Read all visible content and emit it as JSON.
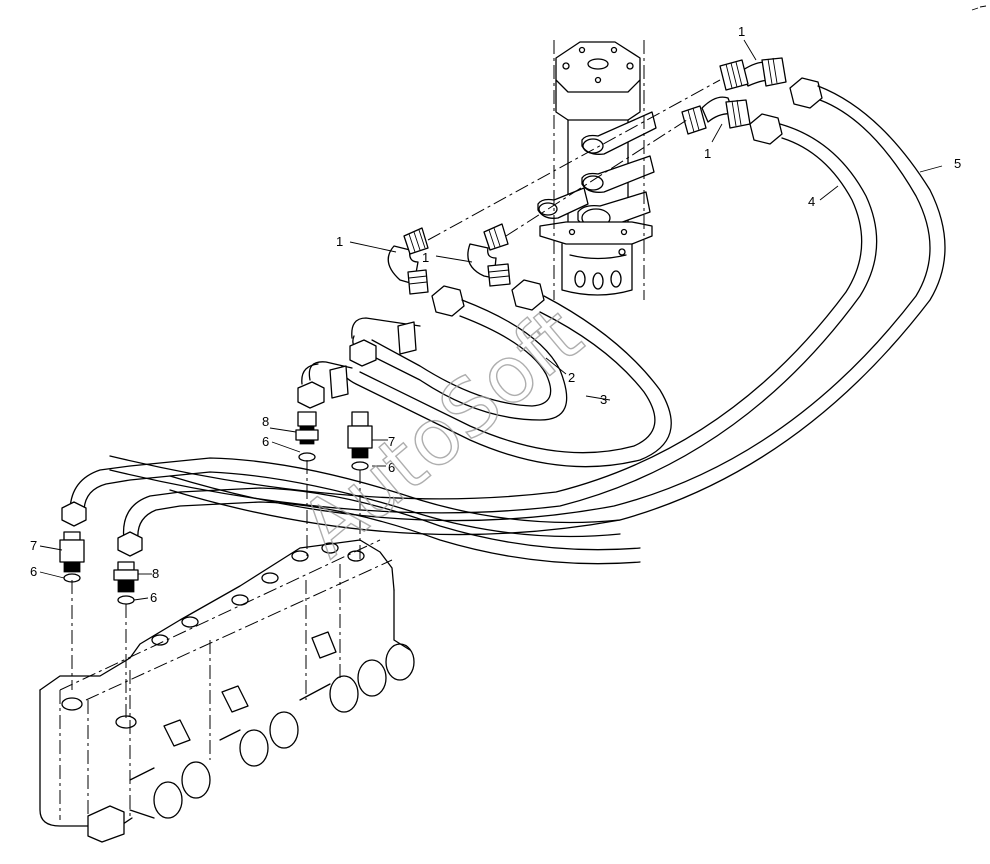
{
  "diagram": {
    "watermark": "AutoSoft",
    "parts": [
      {
        "id": "elbow-top-right",
        "label": "1"
      },
      {
        "id": "elbow-mid-right",
        "label": "1"
      },
      {
        "id": "elbow-left-1",
        "label": "1"
      },
      {
        "id": "elbow-left-2",
        "label": "1"
      },
      {
        "id": "hose-2",
        "label": "2"
      },
      {
        "id": "hose-3",
        "label": "3"
      },
      {
        "id": "hose-4",
        "label": "4"
      },
      {
        "id": "hose-5",
        "label": "5"
      },
      {
        "id": "oring-mid-left",
        "label": "6"
      },
      {
        "id": "oring-mid-right",
        "label": "6"
      },
      {
        "id": "oring-low-left",
        "label": "6"
      },
      {
        "id": "oring-low-right",
        "label": "6"
      },
      {
        "id": "connector-mid",
        "label": "7"
      },
      {
        "id": "connector-low",
        "label": "7"
      },
      {
        "id": "adapter-mid",
        "label": "8"
      },
      {
        "id": "adapter-low",
        "label": "8"
      }
    ]
  }
}
